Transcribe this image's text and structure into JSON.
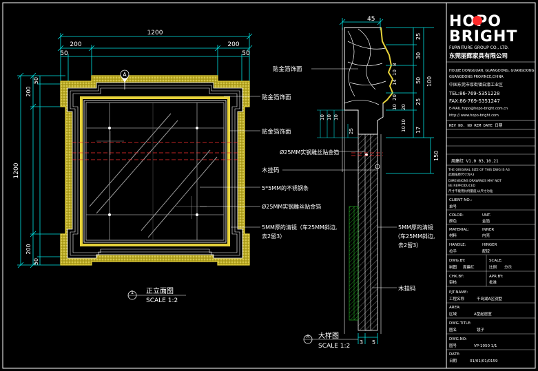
{
  "colors": {
    "background": "#000000",
    "line": "#ffffff",
    "dim": "#00e5e5",
    "gold": "#e6d23a",
    "hatch": "#b8a820",
    "center": "#ff3030",
    "grid": "#9a9a9a",
    "green": "#27c427",
    "brand_red": "#ff2a2a"
  },
  "front_view": {
    "dims_top": {
      "overall": "1200",
      "left": "200",
      "right": "200",
      "left_small": "50",
      "right_small": "50"
    },
    "dims_left": {
      "overall": "1200",
      "top_a": "200",
      "top_b": "50",
      "bottom_a": "200",
      "bottom_b": "50"
    },
    "section_marker": "A",
    "label_number": "1",
    "label_title": "正立面图",
    "label_scale": "SCALE 1:2"
  },
  "annotations": {
    "a1": "贴金箔饰面",
    "a2": "贴金箔饰面",
    "a3": "贴金箔饰面",
    "a4": "Ø25MM实钢雕丝贴金箔",
    "a5": "木挂码",
    "a6": "5*5MM的不锈钢条",
    "a7": "Ø25MM实钢雕丝贴金箔",
    "a8_line1": "5MM厚的清镜（车25MM斜边,",
    "a8_line2": "去2留3）",
    "a9_line1": "5MM厚的清镜",
    "a9_line2": "（车25MM斜边,",
    "a9_line3": "去2留3）",
    "a10": "木挂码"
  },
  "section_view": {
    "top_dim": "45",
    "right_dims": [
      "25",
      "30",
      "50",
      "25",
      "100",
      "150",
      "17"
    ],
    "left_dims": [
      "10",
      "10",
      "10",
      "8",
      "10",
      "14",
      "20",
      "10",
      "20",
      "25",
      "10",
      "10"
    ],
    "bottom_dims": [
      "3",
      "5"
    ],
    "label_number": "A",
    "label_title": "大样图",
    "label_scale": "SCALE 1:2"
  },
  "title_block": {
    "logo_line1": "HOPO",
    "logo_line2": "BRIGHT",
    "group": "FURNITURE GROUP CO., LTD.",
    "company_cn": "东莞丽辉家具有限公司",
    "addr1": "HOUJIE DONGGUAN, GUANGDONG, GUANGDONG",
    "addr2": "GUANGDONG PROVINCE,CHINA",
    "addr3": "中国东莞市厚街镇白濠工业区",
    "tel": "TEL:86-769-5351228",
    "fax": "FAX:86-769-5351247",
    "email": "E-MAIL:hopo@hopo-bright.com.cn",
    "web": "http:// www.hopo-bright.com",
    "rev_header": "REV NO. NO REM  DATE 日期",
    "rev_row": "周建红   V1.0    03.10.21",
    "copyright1": "THE ORIGINAL SIZE OF THIS DWG IS A3",
    "copyright2": "此图纸原尺寸为A3",
    "copyright3": "DIMENSIONS DRAWINGS MAY NOT",
    "copyright4": "BE REPRODUCED",
    "copyright5": "尺寸不能用比例量度,以尺寸为准",
    "client_no_label": "CLIENT NO.:",
    "client_no_cn": "单号",
    "color_label": "COLOR:",
    "color_value": "UNT.",
    "color_cn": "颜色",
    "color_cn_value": "金箔",
    "material_label": "MATERIAL:",
    "material_value": "INNER",
    "material_cn": "材料",
    "material_cn_value": "内壳",
    "handle_label": "HANDLE:",
    "handle_value": "HINGER",
    "handle_cn": "拉手",
    "handle_cn_value": "配铰",
    "dwg_by_label": "DWG.BY:",
    "scale_label": "SCALE:",
    "dwg_by_cn": "制图",
    "dwg_by_value": "周建红",
    "scale_cn": "比例",
    "scale_value": "分示",
    "chk_by_label": "CHK.BY:",
    "apr_by_label": "APR.BY:",
    "chk_by_cn": "审核",
    "apr_by_cn": "批准",
    "prj_name_label": "PJT.NAME:",
    "prj_name_cn": "工程名称",
    "prj_name_value": "千岛湖A区别墅",
    "area_label": "AREA:",
    "area_cn": "区域",
    "area_value": "A型起居室",
    "dwg_title_label": "DWG.TITLE:",
    "dwg_title_cn": "图名",
    "dwg_title_value": "镜子",
    "dwg_no_label": "DWG.NO:",
    "dwg_no_cn": "图号",
    "dwg_no_value": "VP-1050   1/1",
    "date_label": "DATE:",
    "date_cn": "日期",
    "date_value": "01/01/01/0159"
  }
}
